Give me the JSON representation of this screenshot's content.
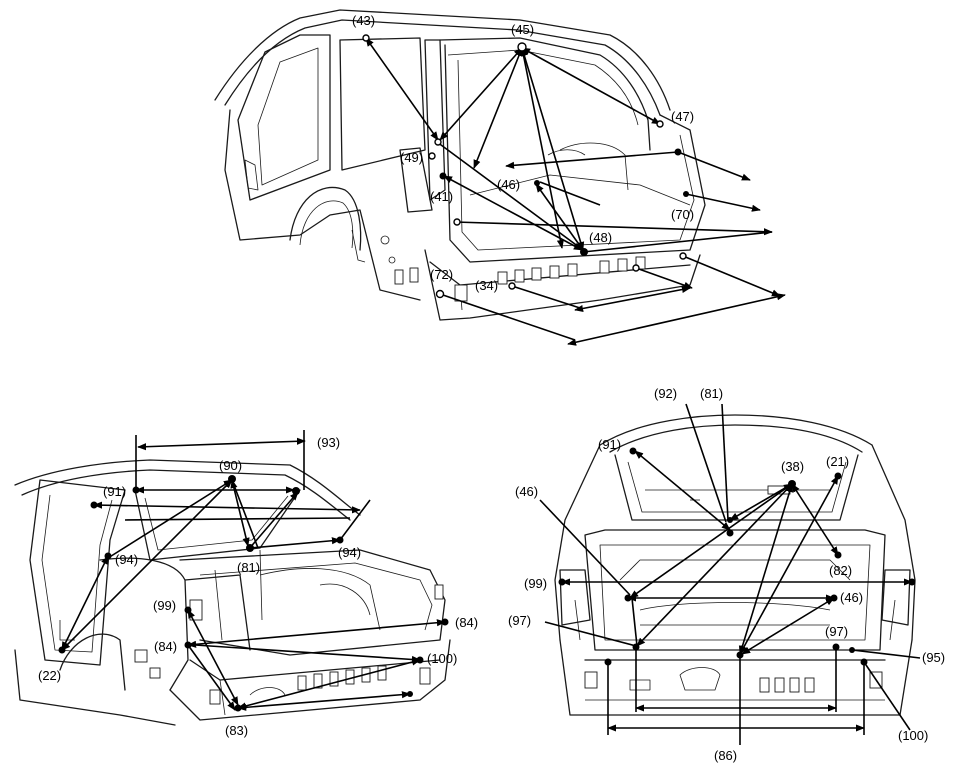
{
  "figure": {
    "title": "Body dimension measurement points",
    "views": [
      {
        "id": "wagon-rear-view",
        "labels": [
          "(43)",
          "(45)",
          "(47)",
          "(49)",
          "(41)",
          "(46)",
          "(70)",
          "(48)",
          "(72)",
          "(34)"
        ]
      },
      {
        "id": "sedan-rear-three-quarter-view",
        "labels": [
          "(93)",
          "(90)",
          "(91)",
          "(94)",
          "(81)",
          "(94)",
          "(99)",
          "(84)",
          "(84)",
          "(100)",
          "(22)",
          "(83)"
        ]
      },
      {
        "id": "sedan-rear-straight-view",
        "labels": [
          "(92)",
          "(81)",
          "(91)",
          "(38)",
          "(21)",
          "(46)",
          "(99)",
          "(82)",
          "(46)",
          "(97)",
          "(97)",
          "(95)",
          "(86)",
          "(100)"
        ]
      }
    ]
  }
}
